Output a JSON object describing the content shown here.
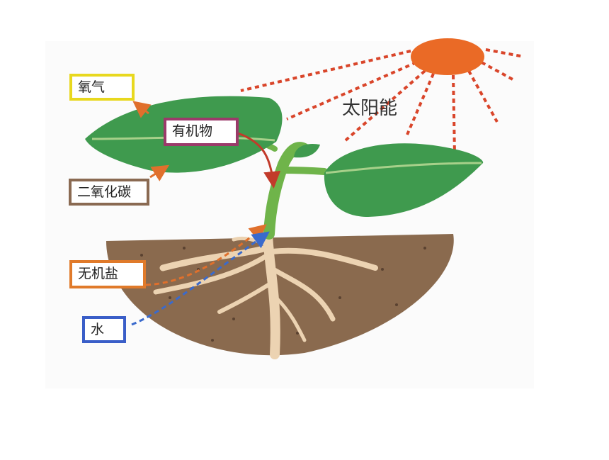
{
  "labels": {
    "oxygen": "氧气",
    "organic_matter": "有机物",
    "carbon_dioxide": "二氧化碳",
    "inorganic_salt": "无机盐",
    "water": "水",
    "solar_energy": "太阳能"
  },
  "colors": {
    "oxygen_border": "#e8d81e",
    "organic_border": "#9b3a6a",
    "co2_border": "#8a6a52",
    "salt_border": "#e07a2a",
    "water_border": "#3a5ec8",
    "sun": "#ea6a26",
    "sun_rays": "#d9452a",
    "leaf": "#3f9a4e",
    "leaf_vein": "#a7d08a",
    "soil": "#8a6a4e",
    "root": "#ecd3b2",
    "arrow_orange": "#e0702c",
    "arrow_blue": "#3a6acc",
    "arrow_red": "#c23a2a"
  }
}
